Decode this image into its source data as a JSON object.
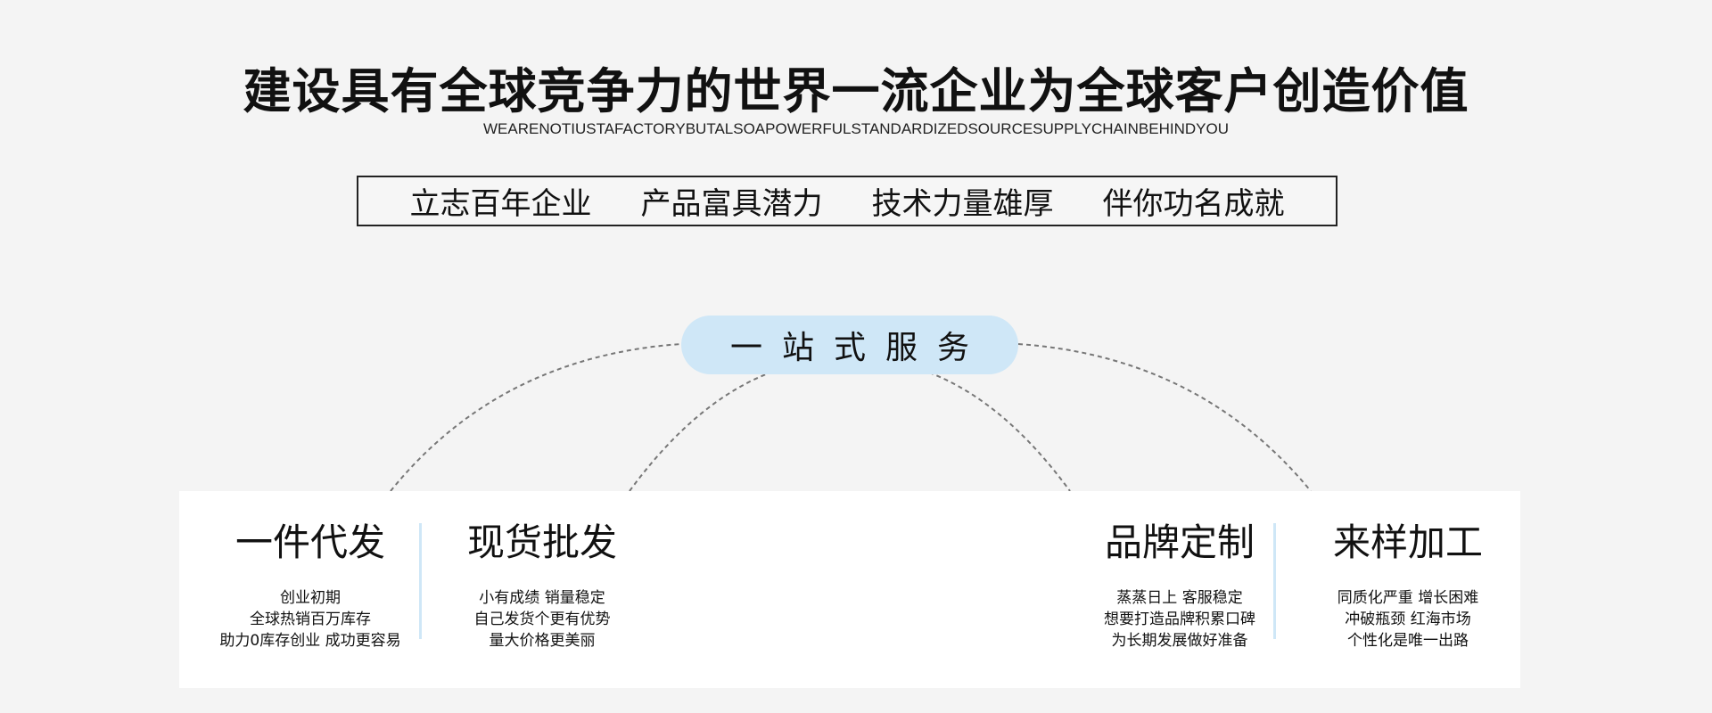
{
  "header": {
    "title": "建设具有全球竞争力的世界一流企业为全球客户创造价值",
    "subtitle": "WEARENOTIUSTAFACTORYBUTALSOAPOWERFULSTANDARDIZEDSOURCESUPPLYCHAINBEHINDYOU"
  },
  "slogans": [
    "立志百年企业",
    "产品富具潜力",
    "技术力量雄厚",
    "伴你功名成就"
  ],
  "service": {
    "label": "一站式服务"
  },
  "cards": [
    {
      "title": "一件代发",
      "lines": [
        "创业初期",
        "全球热销百万库存",
        "助力0库存创业  成功更容易"
      ]
    },
    {
      "title": "现货批发",
      "lines": [
        "小有成绩  销量稳定",
        "自己发货个更有优势",
        "量大价格更美丽"
      ]
    },
    {
      "title": "品牌定制",
      "lines": [
        "蒸蒸日上  客服稳定",
        "想要打造品牌积累口碑",
        "为长期发展做好准备"
      ]
    },
    {
      "title": "来样加工",
      "lines": [
        "同质化严重  增长困难",
        "冲破瓶颈  红海市场",
        "个性化是唯一出路"
      ]
    }
  ],
  "colors": {
    "accent": "#cfe7f7",
    "background": "#f4f4f4",
    "text": "#111111"
  }
}
